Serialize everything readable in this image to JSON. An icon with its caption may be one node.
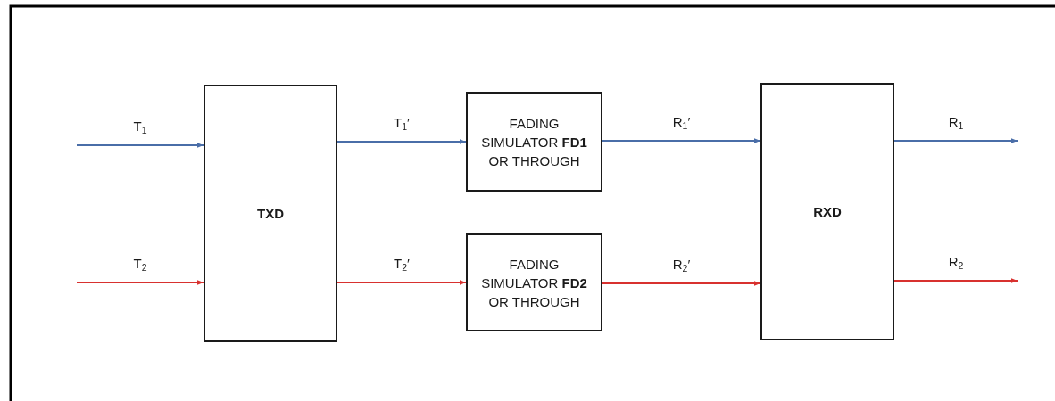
{
  "diagram": {
    "nodes": [
      {
        "text": [
          "TXD"
        ]
      },
      {
        "text": [
          "FADING SIMULATOR **FD1** OR THROUGH"
        ]
      },
      {
        "text": [
          "FADING SIMULATOR **FD2** OR THROUGH"
        ]
      },
      {
        "text": [
          "RXD"
        ]
      }
    ],
    "edges": [
      {
        "from": null,
        "to": 0,
        "arrow": "to",
        "label": "T$_{1}$",
        "color": "#4a6ea8"
      },
      {
        "from": null,
        "to": 0,
        "arrow": "to",
        "label": "T$_{2}$",
        "color": "#d8312f"
      },
      {
        "from": 0,
        "to": 1,
        "arrow": "to",
        "label": "T$_{1}$′",
        "color": "#4a6ea8"
      },
      {
        "from": 0,
        "to": 2,
        "arrow": "to",
        "label": "T$_{2}$′",
        "color": "#d8312f"
      },
      {
        "from": 1,
        "to": 3,
        "arrow": "to",
        "label": "R$_{1}$′",
        "color": "#4a6ea8"
      },
      {
        "from": 2,
        "to": 3,
        "arrow": "to",
        "label": "R$_{2}$′",
        "color": "#d8312f"
      },
      {
        "from": 3,
        "to": null,
        "arrow": "to",
        "label": "R$_{1}$",
        "color": "#4a6ea8"
      },
      {
        "from": 3,
        "to": null,
        "arrow": "to",
        "label": "R$_{2}$",
        "color": "#d8312f"
      }
    ]
  }
}
